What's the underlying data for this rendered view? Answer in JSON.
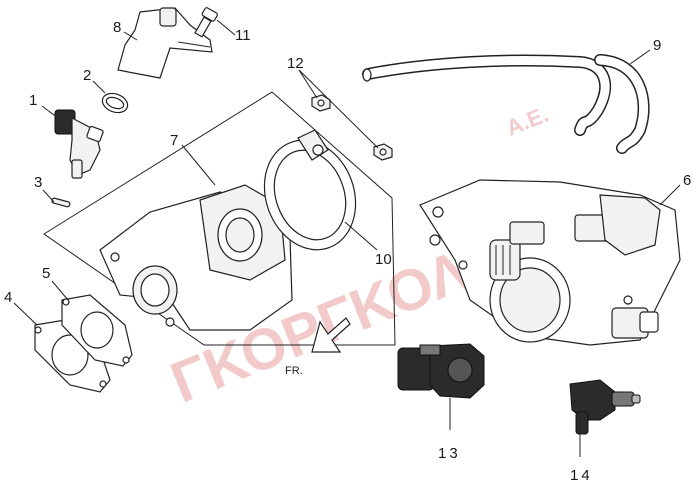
{
  "callouts": {
    "c1": "1",
    "c2": "2",
    "c3": "3",
    "c4": "4",
    "c5": "5",
    "c6": "6",
    "c7": "7",
    "c8": "8",
    "c9": "9",
    "c10": "10",
    "c11": "11",
    "c12": "12",
    "c13": "13",
    "c14": "14"
  },
  "direction_label": "FR.",
  "watermark": {
    "brand": "ΓΚΟΡΓΚΟΛΗΣ",
    "suffix": "Α.Ε."
  },
  "colors": {
    "watermark": "#e8a0a0",
    "line": "#222222",
    "sensor_body": "#2b2b2b"
  }
}
